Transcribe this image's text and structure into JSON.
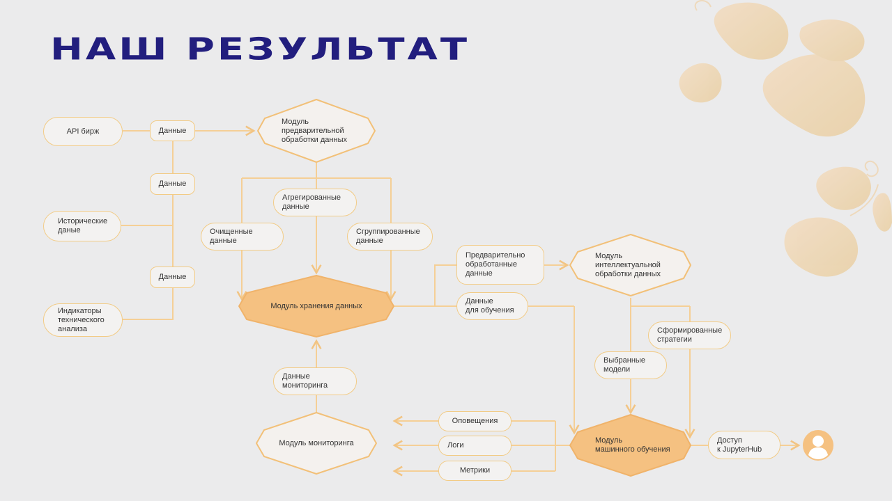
{
  "slide": {
    "title": "НАШ РЕЗУЛЬТАТ",
    "accent_color": "#f5c27f",
    "node_border_color": "#f2cb85",
    "line_color": "#f5cf96",
    "title_color": "#221e7e"
  },
  "nodes": {
    "api": "API бирж",
    "historical": "Исторические\nданые",
    "indicators": "Индикаторы\nтехнического\nанализа",
    "data1": "Данные",
    "data2": "Данные",
    "data3": "Данные",
    "preprocess_module": "Модуль\nпредварительной\nобработки данных",
    "aggregated": "Агрегированные\nданные",
    "cleaned": "Очищенные\nданные",
    "grouped": "Сгруппированные\nданные",
    "storage_module": "Модуль хранения данных",
    "monitoring_data": "Данные\nмониторинга",
    "monitoring_module": "Модуль мониторинга",
    "preprocessed": "Предварительно\nобработанные\nданные",
    "training_data": "Данные\nдля обучения",
    "intel_module": "Модуль\nинтеллектуальной\nобработки данных",
    "strategies": "Сформированные\nстратегии",
    "models": "Выбранные\nмодели",
    "alerts": "Оповещения",
    "logs": "Логи",
    "metrics": "Метрики",
    "ml_module": "Модуль\nмашинного обучения",
    "jupyter": "Доступ\nк JupyterHub"
  },
  "icons": {
    "user": "user-avatar-icon",
    "decoration": "floral-ornament"
  }
}
